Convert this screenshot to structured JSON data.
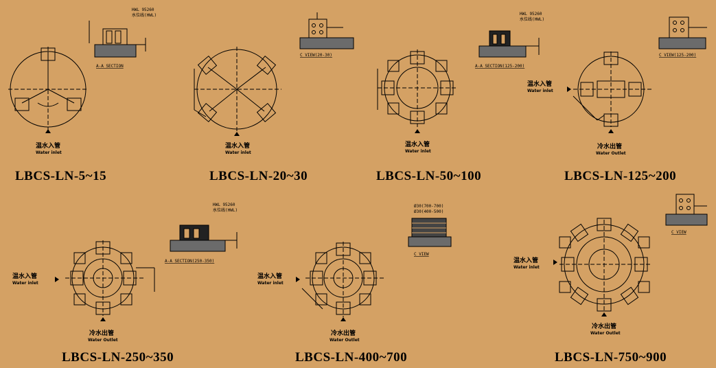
{
  "models": [
    "LBCS-LN-5~15",
    "LBCS-LN-20~30",
    "LBCS-LN-50~100",
    "LBCS-LN-125~200",
    "LBCS-LN-250~350",
    "LBCS-LN-400~700",
    "LBCS-LN-750~900"
  ],
  "labels": {
    "hot_in_cn": "温水入管",
    "hot_in_en": "Water inlet",
    "cold_out_cn": "冷水出管",
    "cold_out_en": "Water Outlet",
    "section_aa": "A-A SECTION",
    "section_125": "A-A SECTION(125-200)",
    "section_250": "A-A SECTION(250-350)",
    "view_c": "C VIEW",
    "view_c_20": "C VIEW(20-30)",
    "view_c_125": "C VIEW(125-200)",
    "hwl": "HWL 95260",
    "hwl_sub": "水位线(HWL)",
    "spec_400": "Ø30(700-700)",
    "spec_400b": "Ø30(400-500)"
  }
}
